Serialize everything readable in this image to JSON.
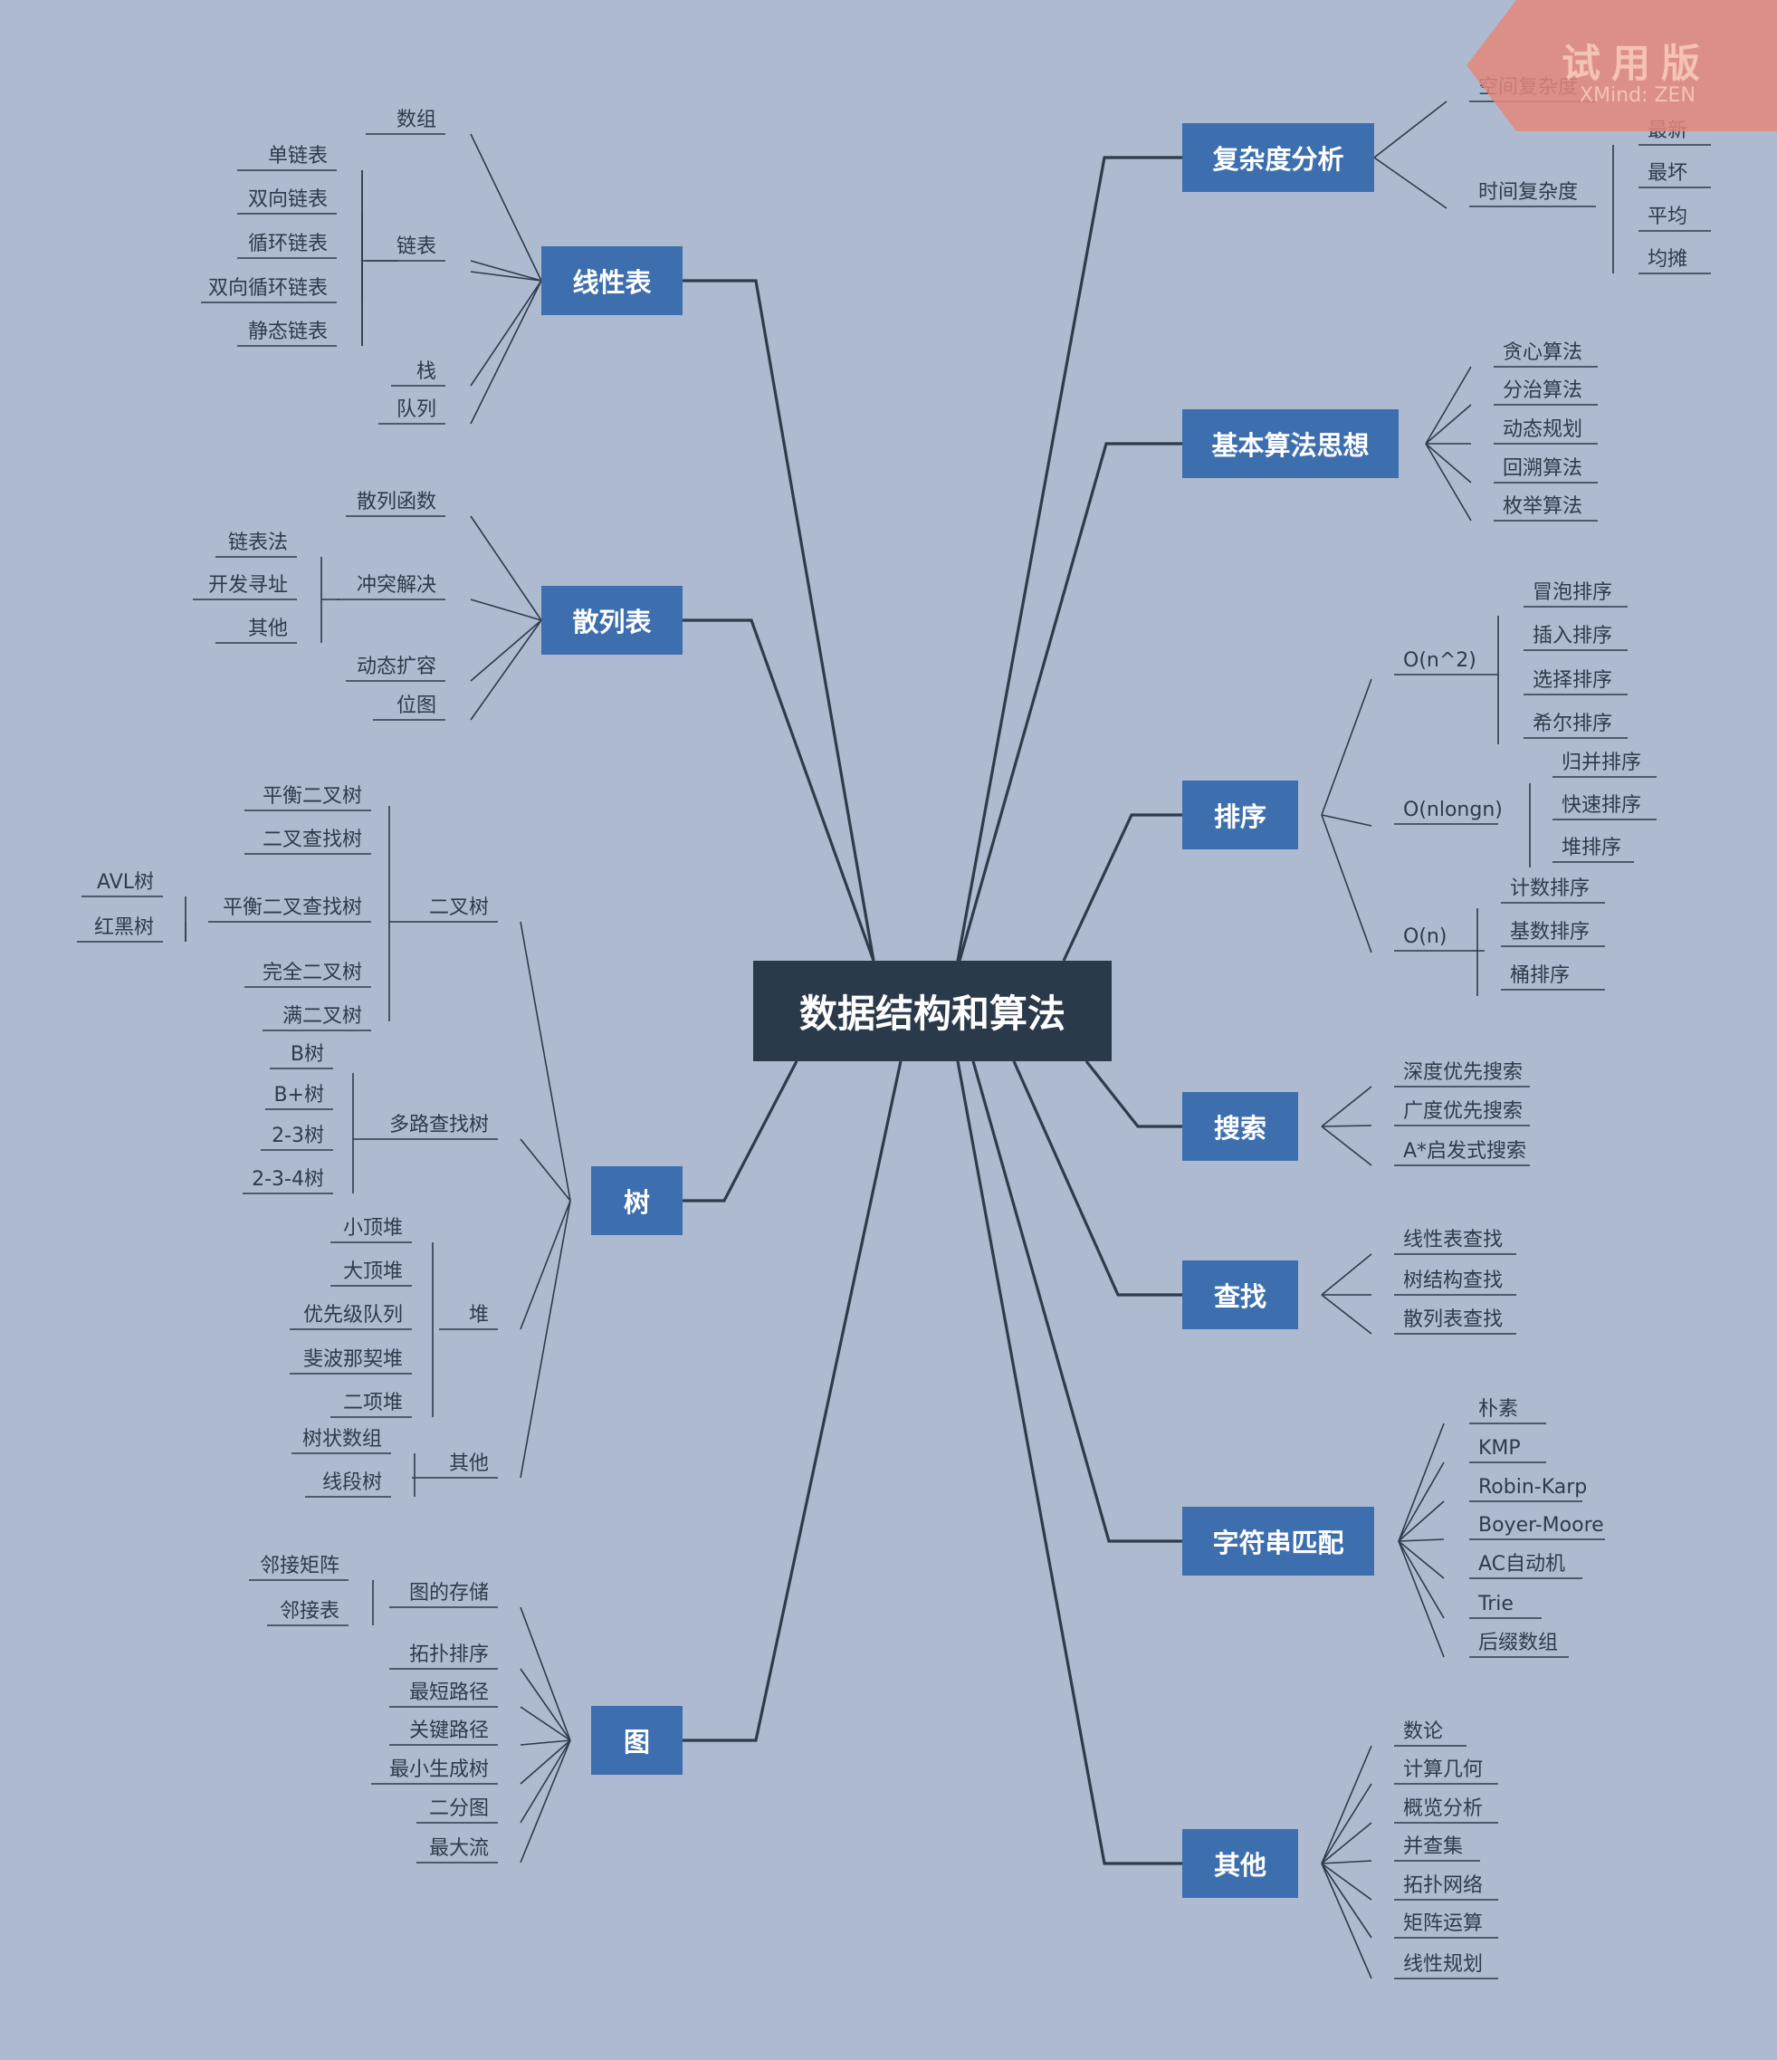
{
  "root": "数据结构和算法",
  "left_topics": [
    {
      "label": "线性表",
      "children": [
        {
          "label": "数组"
        },
        {
          "label": "链表",
          "children": [
            {
              "label": "单链表"
            },
            {
              "label": "双向链表"
            },
            {
              "label": "循环链表"
            },
            {
              "label": "双向循环链表"
            },
            {
              "label": "静态链表"
            }
          ]
        },
        {
          "label": "栈"
        },
        {
          "label": "队列"
        }
      ]
    },
    {
      "label": "散列表",
      "children": [
        {
          "label": "散列函数"
        },
        {
          "label": "冲突解决",
          "children": [
            {
              "label": "链表法"
            },
            {
              "label": "开发寻址"
            },
            {
              "label": "其他"
            }
          ]
        },
        {
          "label": "动态扩容"
        },
        {
          "label": "位图"
        }
      ]
    },
    {
      "label": "树",
      "children": [
        {
          "label": "二叉树",
          "children": [
            {
              "label": "平衡二叉树"
            },
            {
              "label": "二叉查找树"
            },
            {
              "label": "平衡二叉查找树",
              "children": [
                {
                  "label": "AVL树"
                },
                {
                  "label": "红黑树"
                }
              ]
            },
            {
              "label": "完全二叉树"
            },
            {
              "label": "满二叉树"
            }
          ]
        },
        {
          "label": "多路查找树",
          "children": [
            {
              "label": "B树"
            },
            {
              "label": "B+树"
            },
            {
              "label": "2-3树"
            },
            {
              "label": "2-3-4树"
            }
          ]
        },
        {
          "label": "堆",
          "children": [
            {
              "label": "小顶堆"
            },
            {
              "label": "大顶堆"
            },
            {
              "label": "优先级队列"
            },
            {
              "label": "斐波那契堆"
            },
            {
              "label": "二项堆"
            }
          ]
        },
        {
          "label": "其他",
          "children": [
            {
              "label": "树状数组"
            },
            {
              "label": "线段树"
            }
          ]
        }
      ]
    },
    {
      "label": "图",
      "children": [
        {
          "label": "图的存储",
          "children": [
            {
              "label": "邻接矩阵"
            },
            {
              "label": "邻接表"
            }
          ]
        },
        {
          "label": "拓扑排序"
        },
        {
          "label": "最短路径"
        },
        {
          "label": "关键路径"
        },
        {
          "label": "最小生成树"
        },
        {
          "label": "二分图"
        },
        {
          "label": "最大流"
        }
      ]
    }
  ],
  "right_topics": [
    {
      "label": "复杂度分析",
      "children": [
        {
          "label": "空间复杂度"
        },
        {
          "label": "时间复杂度",
          "children": [
            {
              "label": "最新"
            },
            {
              "label": "最坏"
            },
            {
              "label": "平均"
            },
            {
              "label": "均摊"
            }
          ]
        }
      ]
    },
    {
      "label": "基本算法思想",
      "children": [
        {
          "label": "贪心算法"
        },
        {
          "label": "分治算法"
        },
        {
          "label": "动态规划"
        },
        {
          "label": "回溯算法"
        },
        {
          "label": "枚举算法"
        }
      ]
    },
    {
      "label": "排序",
      "children": [
        {
          "label": "O(n^2)",
          "children": [
            {
              "label": "冒泡排序"
            },
            {
              "label": "插入排序"
            },
            {
              "label": "选择排序"
            },
            {
              "label": "希尔排序"
            }
          ]
        },
        {
          "label": "O(nlongn)",
          "children": [
            {
              "label": "归并排序"
            },
            {
              "label": "快速排序"
            },
            {
              "label": "堆排序"
            }
          ]
        },
        {
          "label": "O(n)",
          "children": [
            {
              "label": "计数排序"
            },
            {
              "label": "基数排序"
            },
            {
              "label": "桶排序"
            }
          ]
        }
      ]
    },
    {
      "label": "搜索",
      "children": [
        {
          "label": "深度优先搜索"
        },
        {
          "label": "广度优先搜索"
        },
        {
          "label": "A*启发式搜索"
        }
      ]
    },
    {
      "label": "查找",
      "children": [
        {
          "label": "线性表查找"
        },
        {
          "label": "树结构查找"
        },
        {
          "label": "散列表查找"
        }
      ]
    },
    {
      "label": "字符串匹配",
      "children": [
        {
          "label": "朴素"
        },
        {
          "label": "KMP"
        },
        {
          "label": "Robin-Karp"
        },
        {
          "label": "Boyer-Moore"
        },
        {
          "label": "AC自动机"
        },
        {
          "label": "Trie"
        },
        {
          "label": "后缀数组"
        }
      ]
    },
    {
      "label": "其他",
      "children": [
        {
          "label": "数论"
        },
        {
          "label": "计算几何"
        },
        {
          "label": "概览分析"
        },
        {
          "label": "并查集"
        },
        {
          "label": "拓扑网络"
        },
        {
          "label": "矩阵运算"
        },
        {
          "label": "线性规划"
        }
      ]
    }
  ],
  "watermark": {
    "title": "试用版",
    "product": "XMind: ZEN"
  },
  "colors": {
    "background": "#adbad0",
    "root": "#2b3a4b",
    "topic": "#3d6faf",
    "line": "#2f3b4a",
    "watermark": "#e4877a"
  }
}
